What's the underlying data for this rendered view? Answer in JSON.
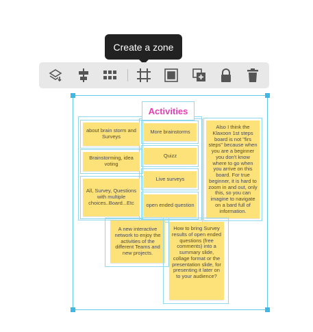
{
  "tooltip": {
    "text": "Create a zone"
  },
  "toolbar": {
    "buttons": [
      {
        "name": "layers-icon"
      },
      {
        "name": "align-center-icon"
      },
      {
        "name": "grid-icon"
      },
      {
        "name": "create-zone-icon"
      },
      {
        "name": "frame-icon"
      },
      {
        "name": "duplicate-icon"
      },
      {
        "name": "lock-icon"
      },
      {
        "name": "trash-icon"
      }
    ]
  },
  "zone": {
    "title": "Activities"
  },
  "notes": {
    "n1": "about brain storm and Surveys",
    "n2": "Brainstorming, idea voting",
    "n3": "All, Survey, Questions with multiple choices..Board...Etc",
    "n4": "More brainstorms",
    "n5": "Quizz",
    "n6": "Live surveys",
    "n7": "open ended question",
    "n8": "Also I think the Klaxoon 1st steps board is not \"firs steps\" because when you are a beginner you don't know where to go when you arrive on this board. For true beginner, it is hard to zoom in and out, only this, so you can imagine to navigate on a bard full of information.",
    "n9": "A new interactive network to enjoy the activities of the different Teams and new projects.",
    "n10": "How to bring Survey results of open ended questions (free comments) into a summary slide, collage format or the presentation slide, for presenting it later on to your audience?"
  },
  "colors": {
    "note": "#fde27a",
    "selection": "#3fb8e6",
    "title": "#e43fb0",
    "tooltip_bg": "#222222",
    "toolbar_bg": "#e8e8e8"
  }
}
